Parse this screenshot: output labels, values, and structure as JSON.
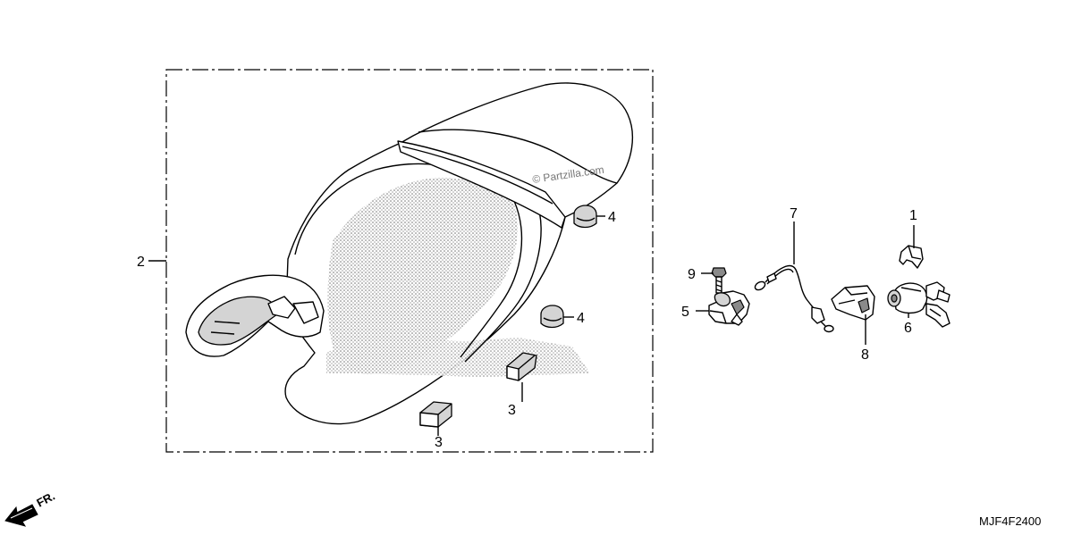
{
  "diagram": {
    "callouts": [
      {
        "id": "c1",
        "label": "1",
        "part": "clip"
      },
      {
        "id": "c2",
        "label": "2",
        "part": "seat-assembly"
      },
      {
        "id": "c3a",
        "label": "3",
        "part": "seat-stopper"
      },
      {
        "id": "c3b",
        "label": "3",
        "part": "seat-stopper"
      },
      {
        "id": "c4a",
        "label": "4",
        "part": "rubber-cushion"
      },
      {
        "id": "c4b",
        "label": "4",
        "part": "rubber-cushion"
      },
      {
        "id": "c5",
        "label": "5",
        "part": "seat-lock"
      },
      {
        "id": "c6",
        "label": "6",
        "part": "key-cylinder"
      },
      {
        "id": "c7",
        "label": "7",
        "part": "seat-lock-cable"
      },
      {
        "id": "c8",
        "label": "8",
        "part": "bracket"
      },
      {
        "id": "c9",
        "label": "9",
        "part": "bolt"
      }
    ],
    "watermark": "© Partzilla.com",
    "direction_label": "FR.",
    "diagram_code": "MJF4F2400"
  }
}
